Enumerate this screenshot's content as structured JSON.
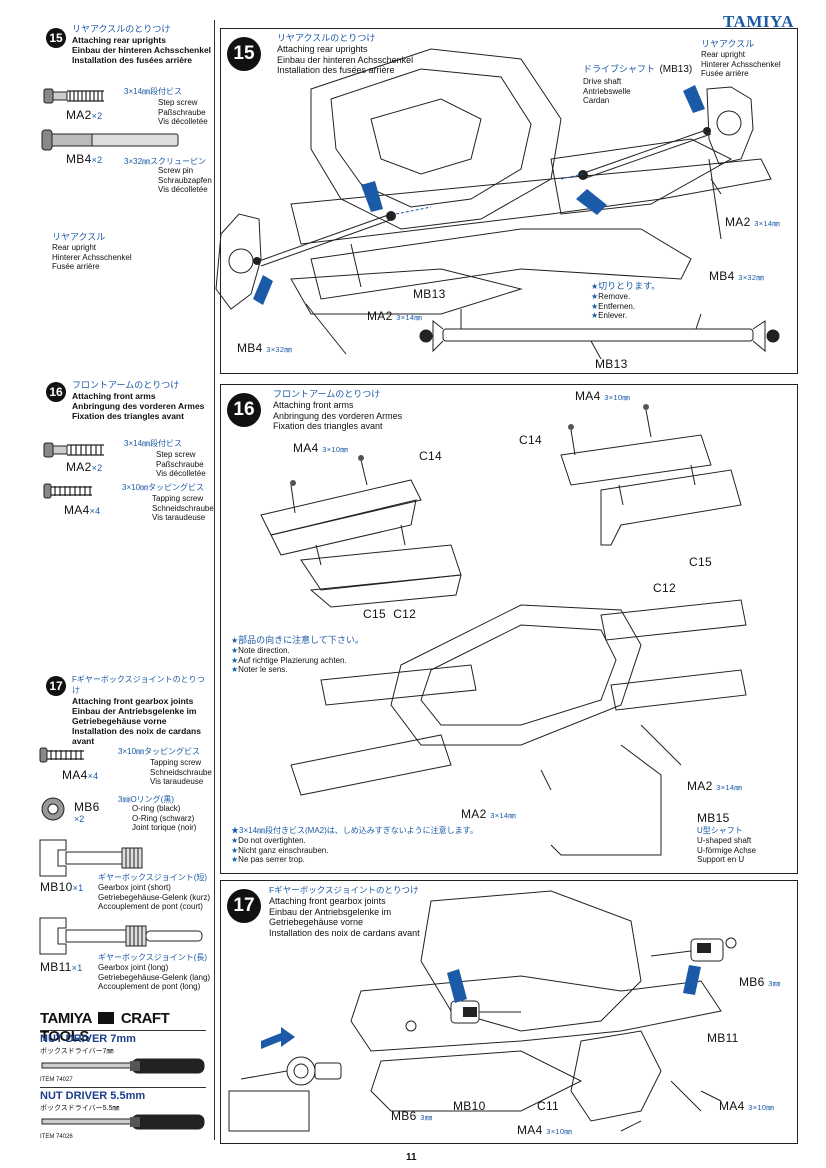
{
  "brand": "TAMIYA",
  "page_number": "11",
  "step15": {
    "num": "15",
    "jp": "リヤアクスルのとりつけ",
    "en": "Attaching rear uprights",
    "de": "Einbau der hinteren Achsschenkel",
    "fr": "Installation des fusées arrière",
    "parts": [
      {
        "code": "MA2",
        "qty": "×2",
        "size_jp": "3×14㎜段付ビス",
        "names": [
          "Step screw",
          "Paßschraube",
          "Vis décolletée"
        ]
      },
      {
        "code": "MB4",
        "qty": "×2",
        "size_jp": "3×32㎜スクリューピン",
        "names": [
          "Screw pin",
          "Schraubzapfen",
          "Vis décolletée"
        ]
      }
    ],
    "diagram": {
      "upright_right": {
        "jp": "リヤアクスル",
        "en": "Rear upright",
        "de": "Hinterer Achsschenkel",
        "fr": "Fusée arrière"
      },
      "upright_left": {
        "jp": "リヤアクスル",
        "en": "Rear upright",
        "de": "Hinterer Achsschenkel",
        "fr": "Fusée arrière"
      },
      "drive_shaft": {
        "jp": "ドライブシャフト",
        "code": "(MB13)",
        "en": "Drive shaft",
        "de": "Antriebswelle",
        "fr": "Cardan"
      },
      "ma2_right": "MA2",
      "ma2_right_size": "3×14㎜",
      "mb4_right": "MB4",
      "mb4_right_size": "3×32㎜",
      "mb13": "MB13",
      "ma2_center": "MA2",
      "ma2_center_size": "3×14㎜",
      "mb4_left": "MB4",
      "mb4_left_size": "3×32㎜",
      "remove_jp": "切りとります。",
      "remove_en": "Remove.",
      "remove_de": "Entfernen.",
      "remove_fr": "Enlever.",
      "mb13_bottom": "MB13"
    }
  },
  "step16": {
    "num": "16",
    "jp": "フロントアームのとりつけ",
    "en": "Attaching front arms",
    "de": "Anbringung des vorderen Armes",
    "fr": "Fixation des triangles avant",
    "parts": [
      {
        "code": "MA2",
        "qty": "×2",
        "size_jp": "3×14㎜段付ビス",
        "names": [
          "Step screw",
          "Paßschraube",
          "Vis décolletée"
        ]
      },
      {
        "code": "MA4",
        "qty": "×4",
        "size_jp": "3×10㎜タッピングビス",
        "names": [
          "Tapping screw",
          "Schneidschraube",
          "Vis taraudeuse"
        ]
      }
    ],
    "diagram": {
      "ma4_left": "MA4",
      "ma4_left_size": "3×10㎜",
      "c14_left": "C14",
      "ma4_right": "MA4",
      "ma4_right_size": "3×10㎜",
      "c14_right": "C14",
      "c15_right": "C15",
      "c15_left": "C15",
      "c12_left": "C12",
      "c12_right": "C12",
      "note1_jp": "部品の向きに注意して下さい。",
      "note1_en": "Note direction.",
      "note1_de": "Auf richtige Plazierung achten.",
      "note1_fr": "Noter le sens.",
      "ma2_right": "MA2",
      "ma2_right_size": "3×14㎜",
      "ma2_bottom": "MA2",
      "ma2_bottom_size": "3×14㎜",
      "mb15": "MB15",
      "mb15_jp": "U型シャフト",
      "mb15_en": "U-shaped shaft",
      "mb15_de": "U-förmige Achse",
      "mb15_fr": "Support en U",
      "note2_jp": "3×14㎜段付きビス(MA2)は、しめ込みすぎないように注意します。",
      "note2_en": "Do not overtighten.",
      "note2_de": "Nicht ganz einschrauben.",
      "note2_fr": "Ne pas serrer trop."
    }
  },
  "step17": {
    "num": "17",
    "jp": "Fギヤーボックスジョイントのとりつけ",
    "en": "Attaching front gearbox joints",
    "de": "Einbau der Antriebsgelenke im Getriebegehäuse vorne",
    "fr": "Installation des noix de cardans avant",
    "parts": [
      {
        "code": "MA4",
        "qty": "×4",
        "size_jp": "3×10㎜タッピングビス",
        "names": [
          "Tapping screw",
          "Schneidschraube",
          "Vis taraudeuse"
        ]
      },
      {
        "code": "MB6",
        "qty": "×2",
        "size_jp": "3㎜Oリング(黒)",
        "names": [
          "O-ring (black)",
          "O-Ring (schwarz)",
          "Joint torique (noir)"
        ]
      },
      {
        "code": "MB10",
        "qty": "×1",
        "size_jp": "ギヤーボックスジョイント(短)",
        "names": [
          "Gearbox joint (short)",
          "Getriebegehäuse-Gelenk (kurz)",
          "Accouplement de pont (court)"
        ]
      },
      {
        "code": "MB11",
        "qty": "×1",
        "size_jp": "ギヤーボックスジョイント(長)",
        "names": [
          "Gearbox joint (long)",
          "Getriebegehäuse-Gelenk (lang)",
          "Accouplement de pont (long)"
        ]
      }
    ],
    "diagram": {
      "mb6_right": "MB6",
      "mb6_right_size": "3㎜",
      "mb11": "MB11",
      "mb6_left": "MB6",
      "mb6_left_size": "3㎜",
      "mb10": "MB10",
      "c11": "C11",
      "ma4_right": "MA4",
      "ma4_right_size": "3×10㎜",
      "ma4_bottom": "MA4",
      "ma4_bottom_size": "3×10㎜"
    }
  },
  "tools": {
    "header_left": "TAMIYA",
    "header_right": "CRAFT TOOLS",
    "items": [
      {
        "name": "NUT DRIVER 7mm",
        "jp": "ボックスドライバー7㎜",
        "item": "ITEM 74027"
      },
      {
        "name": "NUT DRIVER 5.5mm",
        "jp": "ボックスドライバー5.5㎜",
        "item": "ITEM 74026"
      }
    ]
  }
}
